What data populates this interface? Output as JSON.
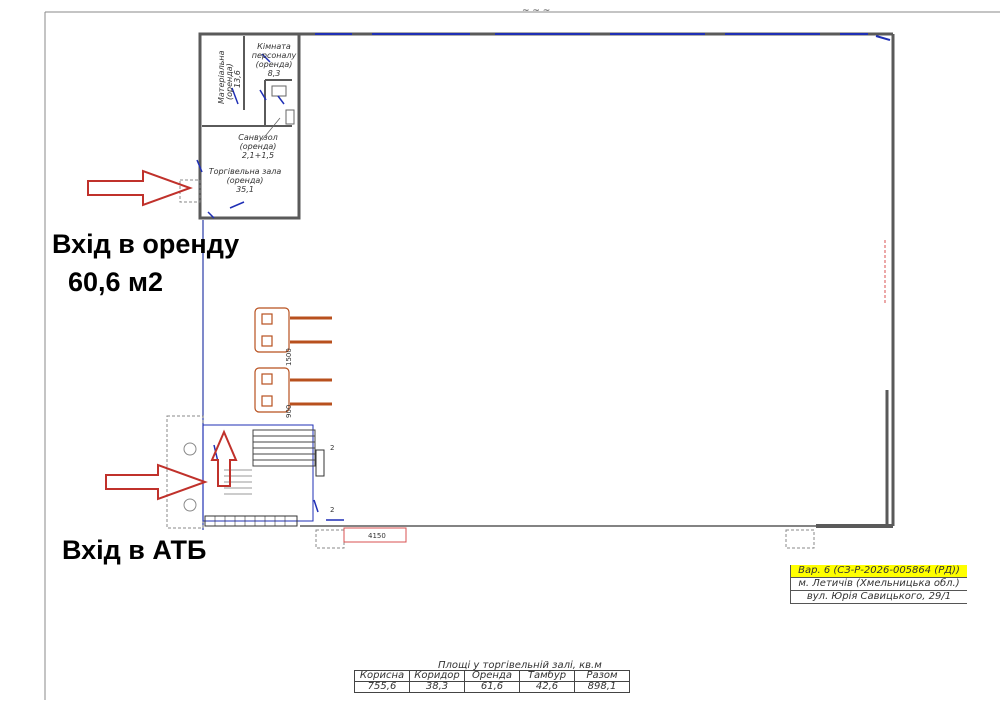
{
  "labels": {
    "rent_entrance": "Вхід в оренду",
    "rent_area": "60,6 м2",
    "atb_entrance": "Вхід в АТБ"
  },
  "rooms": {
    "materials": {
      "name": "Матеріальна",
      "sub": "(оренда)",
      "area": "13,6"
    },
    "staff": {
      "name1": "Кімната",
      "name2": "персоналу",
      "sub": "(оренда)",
      "area": "8,3"
    },
    "wc": {
      "name": "Санвузол",
      "sub": "(оренда)",
      "area": "2,1+1,5"
    },
    "hall": {
      "name": "Торгівельна зала",
      "sub": "(оренда)",
      "area": "35,1"
    }
  },
  "dimensions": {
    "gap_4150": "4150",
    "dim_1500": "1500",
    "dim_900": "900",
    "mark_2a": "2",
    "mark_2b": "2"
  },
  "title_block": {
    "code": "Вар. 6 (СЗ-Р-2026-005864 (РД))",
    "city": "м. Летичів (Хмельницька обл.)",
    "street": "вул. Юрія Савицького, 29/1"
  },
  "area_table": {
    "caption": "Площі у торгівельній залі, кв.м",
    "headers": [
      "Корисна",
      "Коридор",
      "Оренда",
      "Тамбур",
      "Разом"
    ],
    "values": [
      "755,6",
      "38,3",
      "61,6",
      "42,6",
      "898,1"
    ]
  },
  "colors": {
    "wall": "#5a5a5a",
    "door": "#1f2fb5",
    "arrow": "#c0312b",
    "equipment": "#b8501e",
    "highlight": "#ffff00"
  }
}
